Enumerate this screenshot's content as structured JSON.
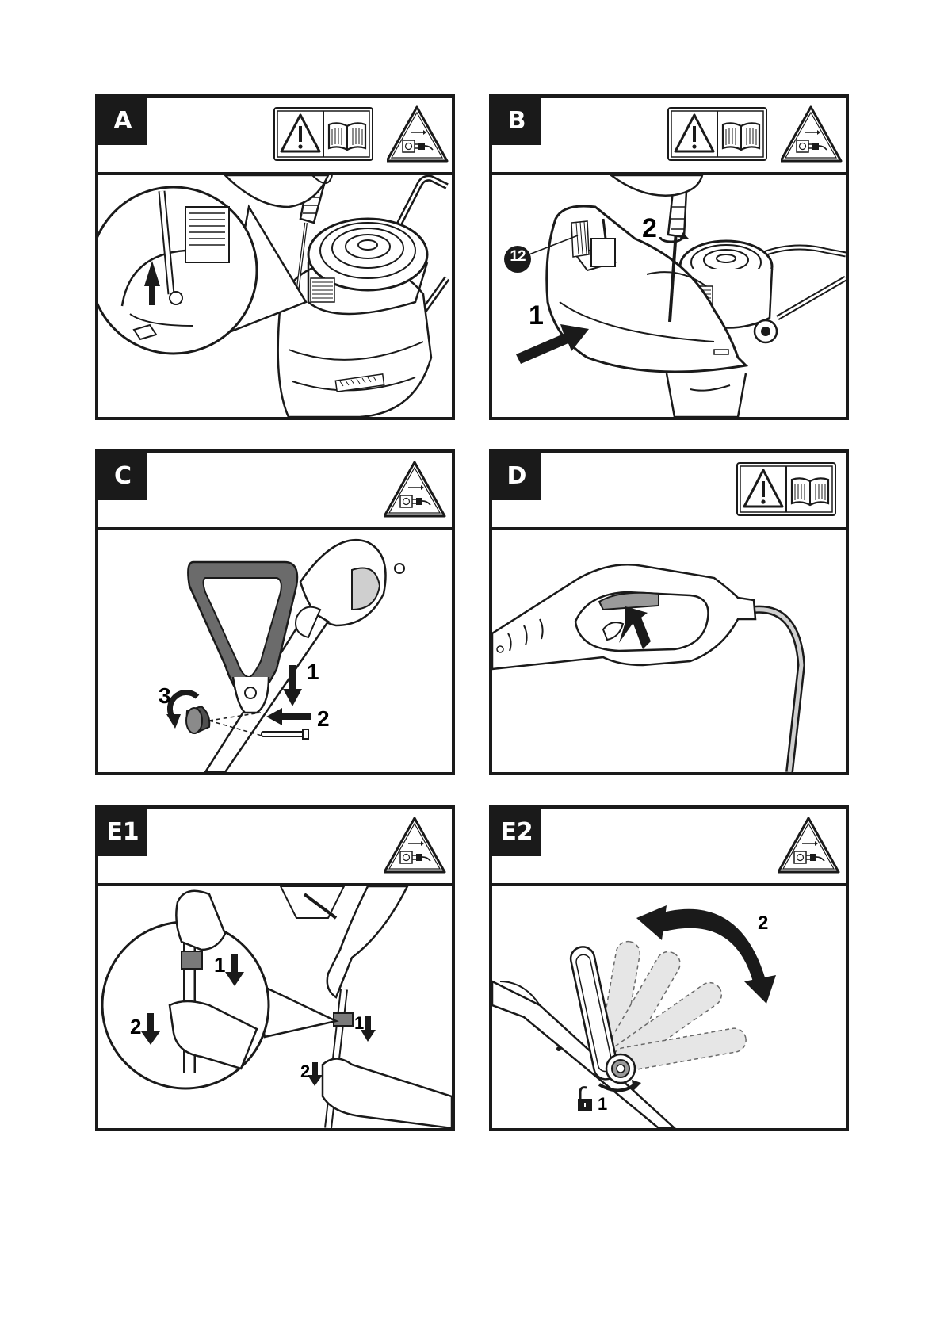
{
  "panels": {
    "A": {
      "tag": "A",
      "symbols": [
        "warning-triangle-icon",
        "read-manual-icon",
        "unplug-power-icon"
      ]
    },
    "B": {
      "tag": "B",
      "symbols": [
        "warning-triangle-icon",
        "read-manual-icon",
        "unplug-power-icon"
      ],
      "labels": {
        "part": "12",
        "step1": "1",
        "step2": "2"
      }
    },
    "C": {
      "tag": "C",
      "symbols": [
        "unplug-power-icon"
      ],
      "labels": {
        "step1": "1",
        "step2": "2",
        "step3": "3"
      }
    },
    "D": {
      "tag": "D",
      "symbols": [
        "warning-triangle-icon",
        "read-manual-icon"
      ]
    },
    "E1": {
      "tag": "E1",
      "symbols": [
        "unplug-power-icon"
      ],
      "labels": {
        "zoom1": "1",
        "zoom2": "2",
        "main1": "1",
        "main2": "2"
      }
    },
    "E2": {
      "tag": "E2",
      "symbols": [
        "unplug-power-icon"
      ],
      "labels": {
        "step1": "1",
        "step2": "2"
      }
    }
  }
}
